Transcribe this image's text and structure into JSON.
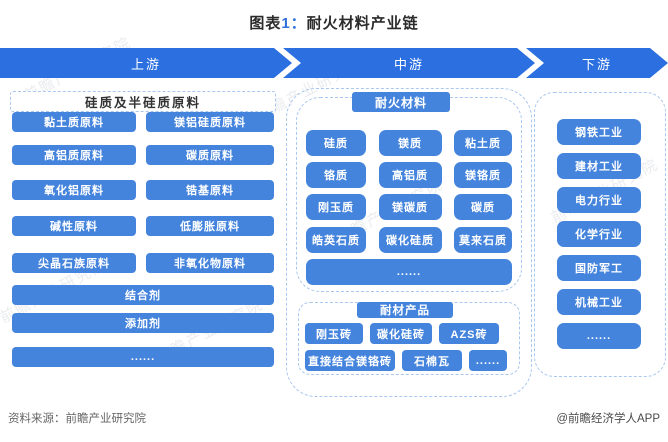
{
  "title": {
    "fig": "图表",
    "num": "1：",
    "text": "耐火材料产业链"
  },
  "stages": {
    "upstream": "上游",
    "midstream": "中游",
    "downstream": "下游"
  },
  "watermark": "前瞻产业研究院",
  "colors": {
    "arrow_blue": "#2b6fe0",
    "box_blue": "#4584dc",
    "dash_border": "#a9c7ef",
    "title_num": "#2e6fd8"
  },
  "upstream": {
    "header": "硅质及半硅质原料",
    "rows": [
      [
        "黏土质原料",
        "镁铝硅质原料"
      ],
      [
        "高铝质原料",
        "碳质原料"
      ],
      [
        "氧化铝原料",
        "锆基原料"
      ],
      [
        "碱性原料",
        "低膨胀原料"
      ],
      [
        "尖晶石族原料",
        "非氧化物原料"
      ]
    ],
    "full_rows": [
      "结合剂",
      "添加剂",
      "......"
    ]
  },
  "midstream": {
    "materials": {
      "header": "耐火材料",
      "grid": [
        [
          "硅质",
          "镁质",
          "粘土质"
        ],
        [
          "铬质",
          "高铝质",
          "镁铬质"
        ],
        [
          "刚玉质",
          "镁碳质",
          "碳质"
        ],
        [
          "皓英石质",
          "碳化硅质",
          "莫来石质"
        ]
      ],
      "more": "......"
    },
    "products": {
      "header": "耐材产品",
      "row1": [
        "刚玉砖",
        "碳化硅砖",
        "AZS砖"
      ],
      "row2": [
        "直接结合镁铬砖",
        "石棉瓦",
        "......"
      ]
    }
  },
  "downstream": {
    "items": [
      "钢铁工业",
      "建材工业",
      "电力行业",
      "化学行业",
      "国防军工",
      "机械工业",
      "......"
    ]
  },
  "footer": {
    "source": "资料来源：前瞻产业研究院",
    "credit": "@前瞻经济学人APP"
  }
}
